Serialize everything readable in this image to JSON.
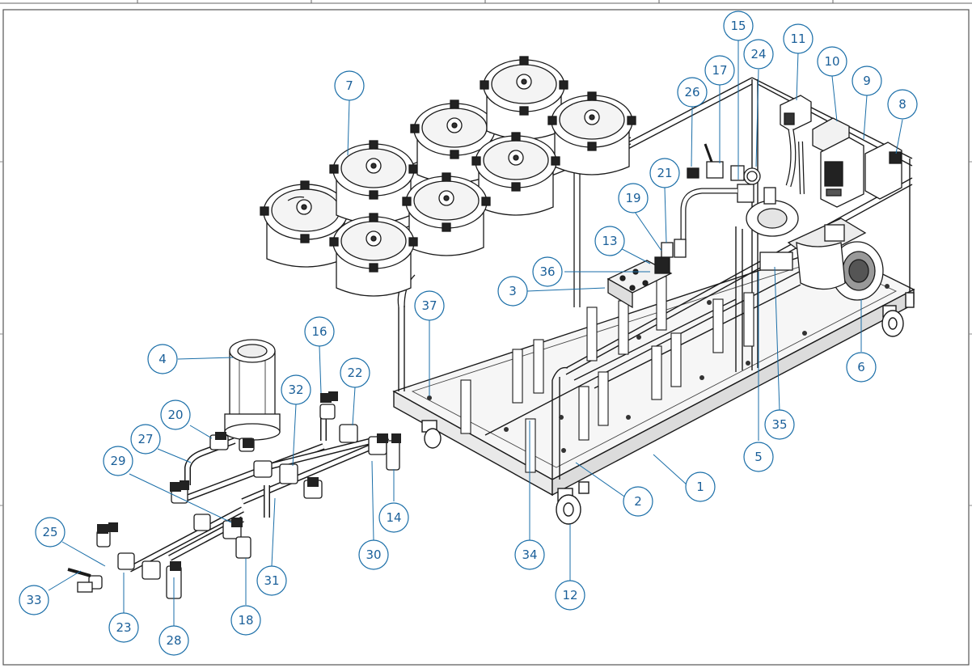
{
  "drawing": {
    "title_strip": [
      "",
      "",
      "",
      "",
      "",
      ""
    ],
    "accent_color": "#1a6ea8",
    "line_color": "#1a1a1a"
  },
  "callouts": [
    {
      "id": "1",
      "label": "1"
    },
    {
      "id": "2",
      "label": "2"
    },
    {
      "id": "3",
      "label": "3"
    },
    {
      "id": "4",
      "label": "4"
    },
    {
      "id": "5",
      "label": "5"
    },
    {
      "id": "6",
      "label": "6"
    },
    {
      "id": "7",
      "label": "7"
    },
    {
      "id": "8",
      "label": "8"
    },
    {
      "id": "9",
      "label": "9"
    },
    {
      "id": "10",
      "label": "10"
    },
    {
      "id": "11",
      "label": "11"
    },
    {
      "id": "12",
      "label": "12"
    },
    {
      "id": "13",
      "label": "13"
    },
    {
      "id": "14",
      "label": "14"
    },
    {
      "id": "15",
      "label": "15"
    },
    {
      "id": "16",
      "label": "16"
    },
    {
      "id": "17",
      "label": "17"
    },
    {
      "id": "18",
      "label": "18"
    },
    {
      "id": "19",
      "label": "19"
    },
    {
      "id": "20",
      "label": "20"
    },
    {
      "id": "21",
      "label": "21"
    },
    {
      "id": "22",
      "label": "22"
    },
    {
      "id": "23",
      "label": "23"
    },
    {
      "id": "24",
      "label": "24"
    },
    {
      "id": "25",
      "label": "25"
    },
    {
      "id": "26",
      "label": "26"
    },
    {
      "id": "27",
      "label": "27"
    },
    {
      "id": "28",
      "label": "28"
    },
    {
      "id": "29",
      "label": "29"
    },
    {
      "id": "30",
      "label": "30"
    },
    {
      "id": "31",
      "label": "31"
    },
    {
      "id": "32",
      "label": "32"
    },
    {
      "id": "33",
      "label": "33"
    },
    {
      "id": "34",
      "label": "34"
    },
    {
      "id": "35",
      "label": "35"
    },
    {
      "id": "36",
      "label": "36"
    },
    {
      "id": "37",
      "label": "37"
    }
  ]
}
